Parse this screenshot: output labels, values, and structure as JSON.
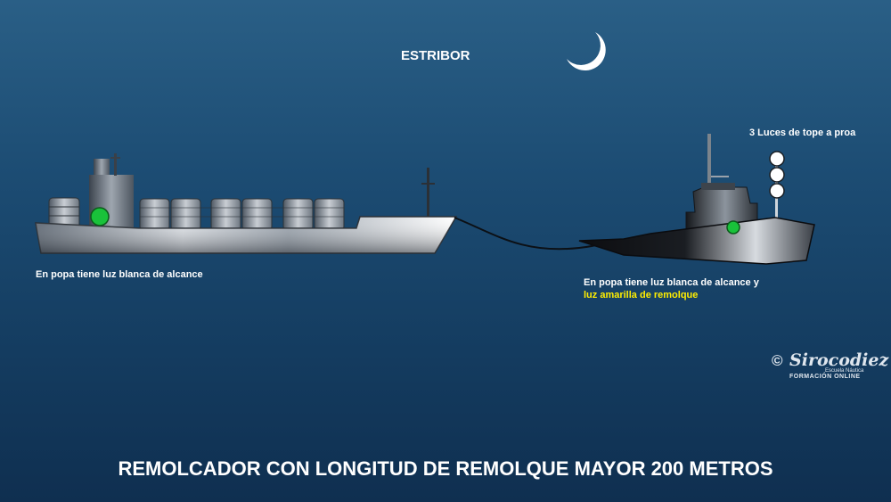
{
  "title": "REMOLCADOR CON LONGITUD DE REMOLQUE MAYOR 200 METROS",
  "side_label": "ESTRIBOR",
  "labels": {
    "top_lights": "3 Luces de tope a proa",
    "barge_note": "En popa tiene luz blanca de alcance",
    "tug_note_line1": "En popa tiene luz blanca de alcance y",
    "tug_note_line2": "luz amarilla de remolque"
  },
  "logo": {
    "symbol": "©",
    "name": "Sirocodiez",
    "sub": "Escuela Náutica",
    "tagline": "FORMACIÓN ONLINE"
  },
  "colors": {
    "sky_top": "#2a5f86",
    "sky_bottom": "#0f2f50",
    "starboard_light": "#19c23a",
    "towing_light_text": "#ffee00",
    "masthead_light": "#ffffff",
    "moon": "#ffffff"
  }
}
